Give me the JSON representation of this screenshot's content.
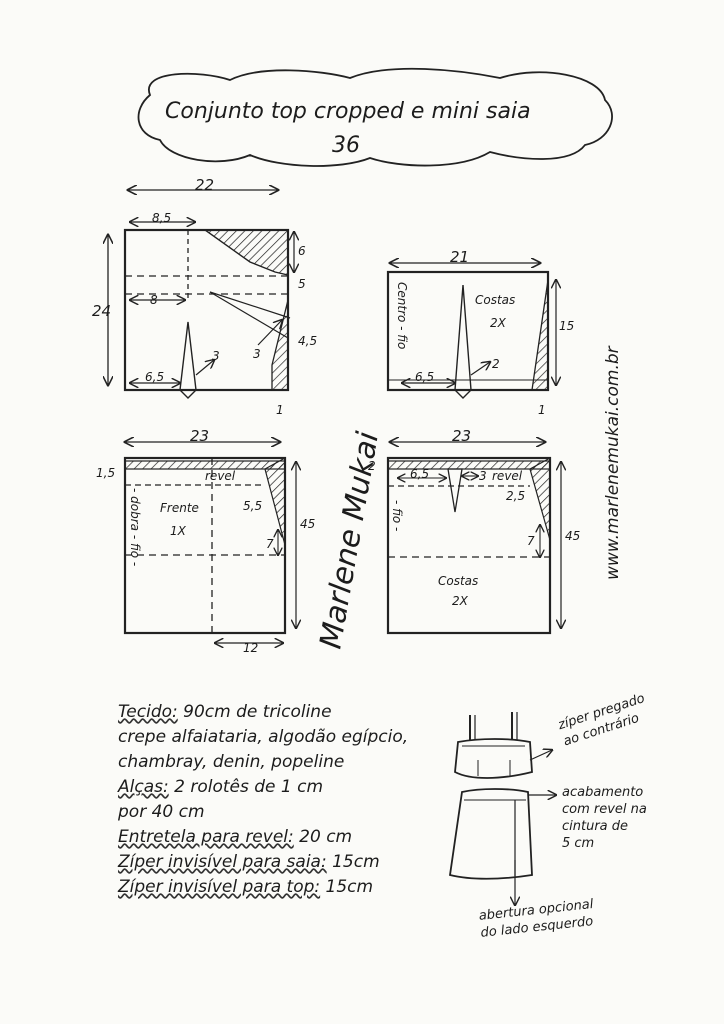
{
  "title": {
    "line1": "Conjunto top cropped e mini saia",
    "size": "36"
  },
  "website": "www.marlenemukai.com.br",
  "signature": "Marlene Mukai",
  "top_front": {
    "width": "22",
    "height": "24",
    "neck": "8,5",
    "shoulder_drop": "6",
    "armhole_1": "5",
    "armhole_2": "4,5",
    "bust_line": "8",
    "dart_pos": "6,5",
    "dart_a": "3",
    "dart_b": "3",
    "hem": "1"
  },
  "top_back": {
    "width": "21",
    "height": "15",
    "label": "Costas",
    "qty": "2X",
    "grain": "Centro - fio",
    "dart_pos": "6,5",
    "dart": "2",
    "hem": "1"
  },
  "skirt_front": {
    "width": "23",
    "waist_drop": "1,5",
    "facing": "revel",
    "label": "Frente",
    "qty": "1X",
    "grain": "- dobra - fio -",
    "hip": "5,5",
    "depth": "7",
    "height": "45",
    "slit": "12"
  },
  "skirt_back": {
    "width": "23",
    "waist_drop": "2",
    "dart_pos": "6,5",
    "dart": "3",
    "facing": "revel",
    "hip": "2,5",
    "grain": "- fio -",
    "depth": "7",
    "height": "45",
    "label": "Costas",
    "qty": "2X"
  },
  "materials": {
    "tecido_label": "Tecido:",
    "tecido_value": "90cm de tricoline",
    "fabrics_1": "crepe alfaiataria, algodão egípcio,",
    "fabrics_2": "chambray, denin, popeline",
    "alcas_label": "Alças:",
    "alcas_value": "2 rolotês de 1 cm",
    "alcas_value_2": "por 40 cm",
    "entretela_label": "Entretela para revel:",
    "entretela_value": "20 cm",
    "ziper_saia_label": "Zíper invisível para saia:",
    "ziper_saia_value": "15cm",
    "ziper_top_label": "Zíper invisível para top:",
    "ziper_top_value": "15cm"
  },
  "garment_notes": {
    "zipper": [
      "zíper pregado",
      "ao contrário"
    ],
    "waist": [
      "acabamento",
      "com revel na",
      "cintura de",
      "5 cm"
    ],
    "opening": [
      "abertura opcional",
      "do lado esquerdo"
    ]
  }
}
